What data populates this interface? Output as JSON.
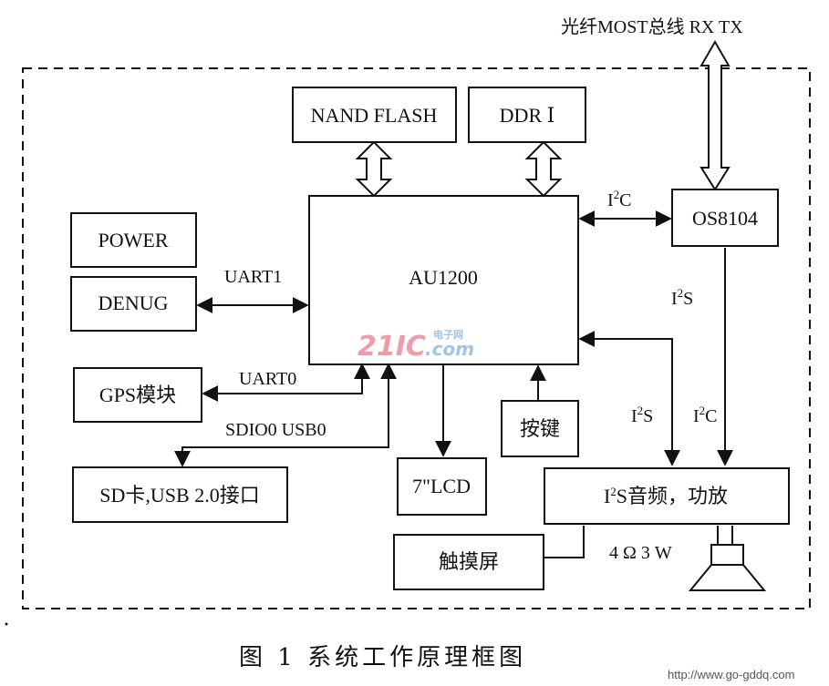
{
  "diagram": {
    "bus_label": "光纤MOST总线 RX TX",
    "blocks": {
      "nand": "NAND FLASH",
      "ddr": "DDR Ⅰ",
      "cpu": "AU1200",
      "os8104": "OS8104",
      "power": "POWER",
      "debug": "DENUG",
      "gps": "GPS模块",
      "sd_usb": "SD卡,USB 2.0接口",
      "lcd": "7\"LCD",
      "keys": "按键",
      "audio": {
        "prefix": "I",
        "sup": "2",
        "rest": "S音频，功放"
      },
      "touch": "触摸屏"
    },
    "links": {
      "i2c_top": {
        "base": "I",
        "sup": "2",
        "rest": "C"
      },
      "uart1": "UART1",
      "i2s_right": {
        "base": "I",
        "sup": "2",
        "rest": "S"
      },
      "uart0": "UART0",
      "sdio_usb": "SDIO0 USB0",
      "i2s_mid": {
        "base": "I",
        "sup": "2",
        "rest": "S"
      },
      "i2c_mid": {
        "base": "I",
        "sup": "2",
        "rest": "C"
      },
      "speaker": "4 Ω 3 W"
    },
    "watermark": {
      "num": "21IC",
      "cn": "电子网",
      "dom": ".com"
    },
    "caption": "图 1   系统工作原理框图",
    "site": "http://www.go-gddq.com"
  }
}
